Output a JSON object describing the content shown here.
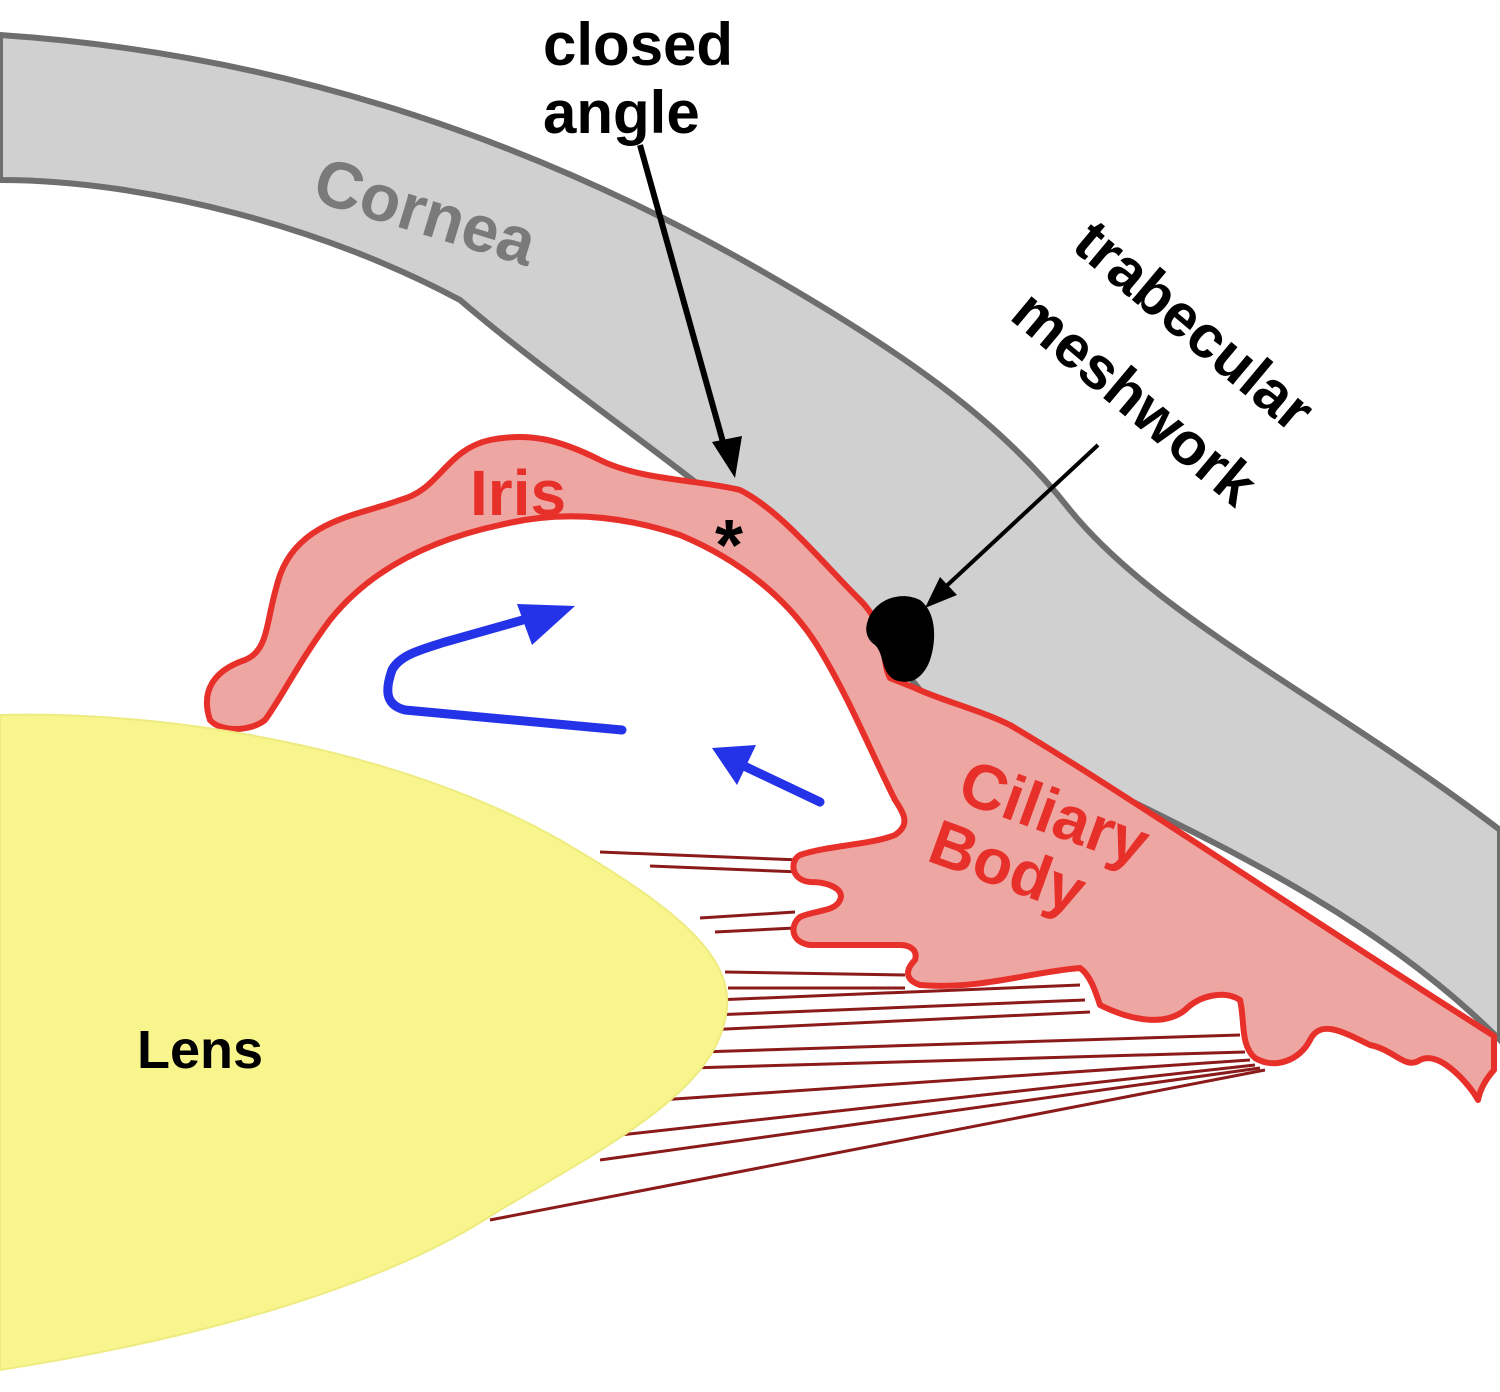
{
  "diagram": {
    "labels": {
      "cornea": "Cornea",
      "iris": "Iris",
      "ciliary_line1": "Ciliary",
      "ciliary_line2": "Body",
      "lens": "Lens",
      "closed_angle_line1": "closed",
      "closed_angle_line2": "angle",
      "trabecular_line1": "trabecular",
      "trabecular_line2": "meshwork",
      "asterisk": "*"
    },
    "colors": {
      "cornea_fill": "#d0d0d0",
      "cornea_outline": "#6e6e6e",
      "iris_fill": "#eea6a2",
      "iris_outline": "#e8302a",
      "lens_fill": "#f8f58c",
      "zonule_color": "#8b1a1a",
      "flow_arrow_color": "#2433e8",
      "meshwork_color": "#000000",
      "pointer_color": "#000000"
    }
  }
}
